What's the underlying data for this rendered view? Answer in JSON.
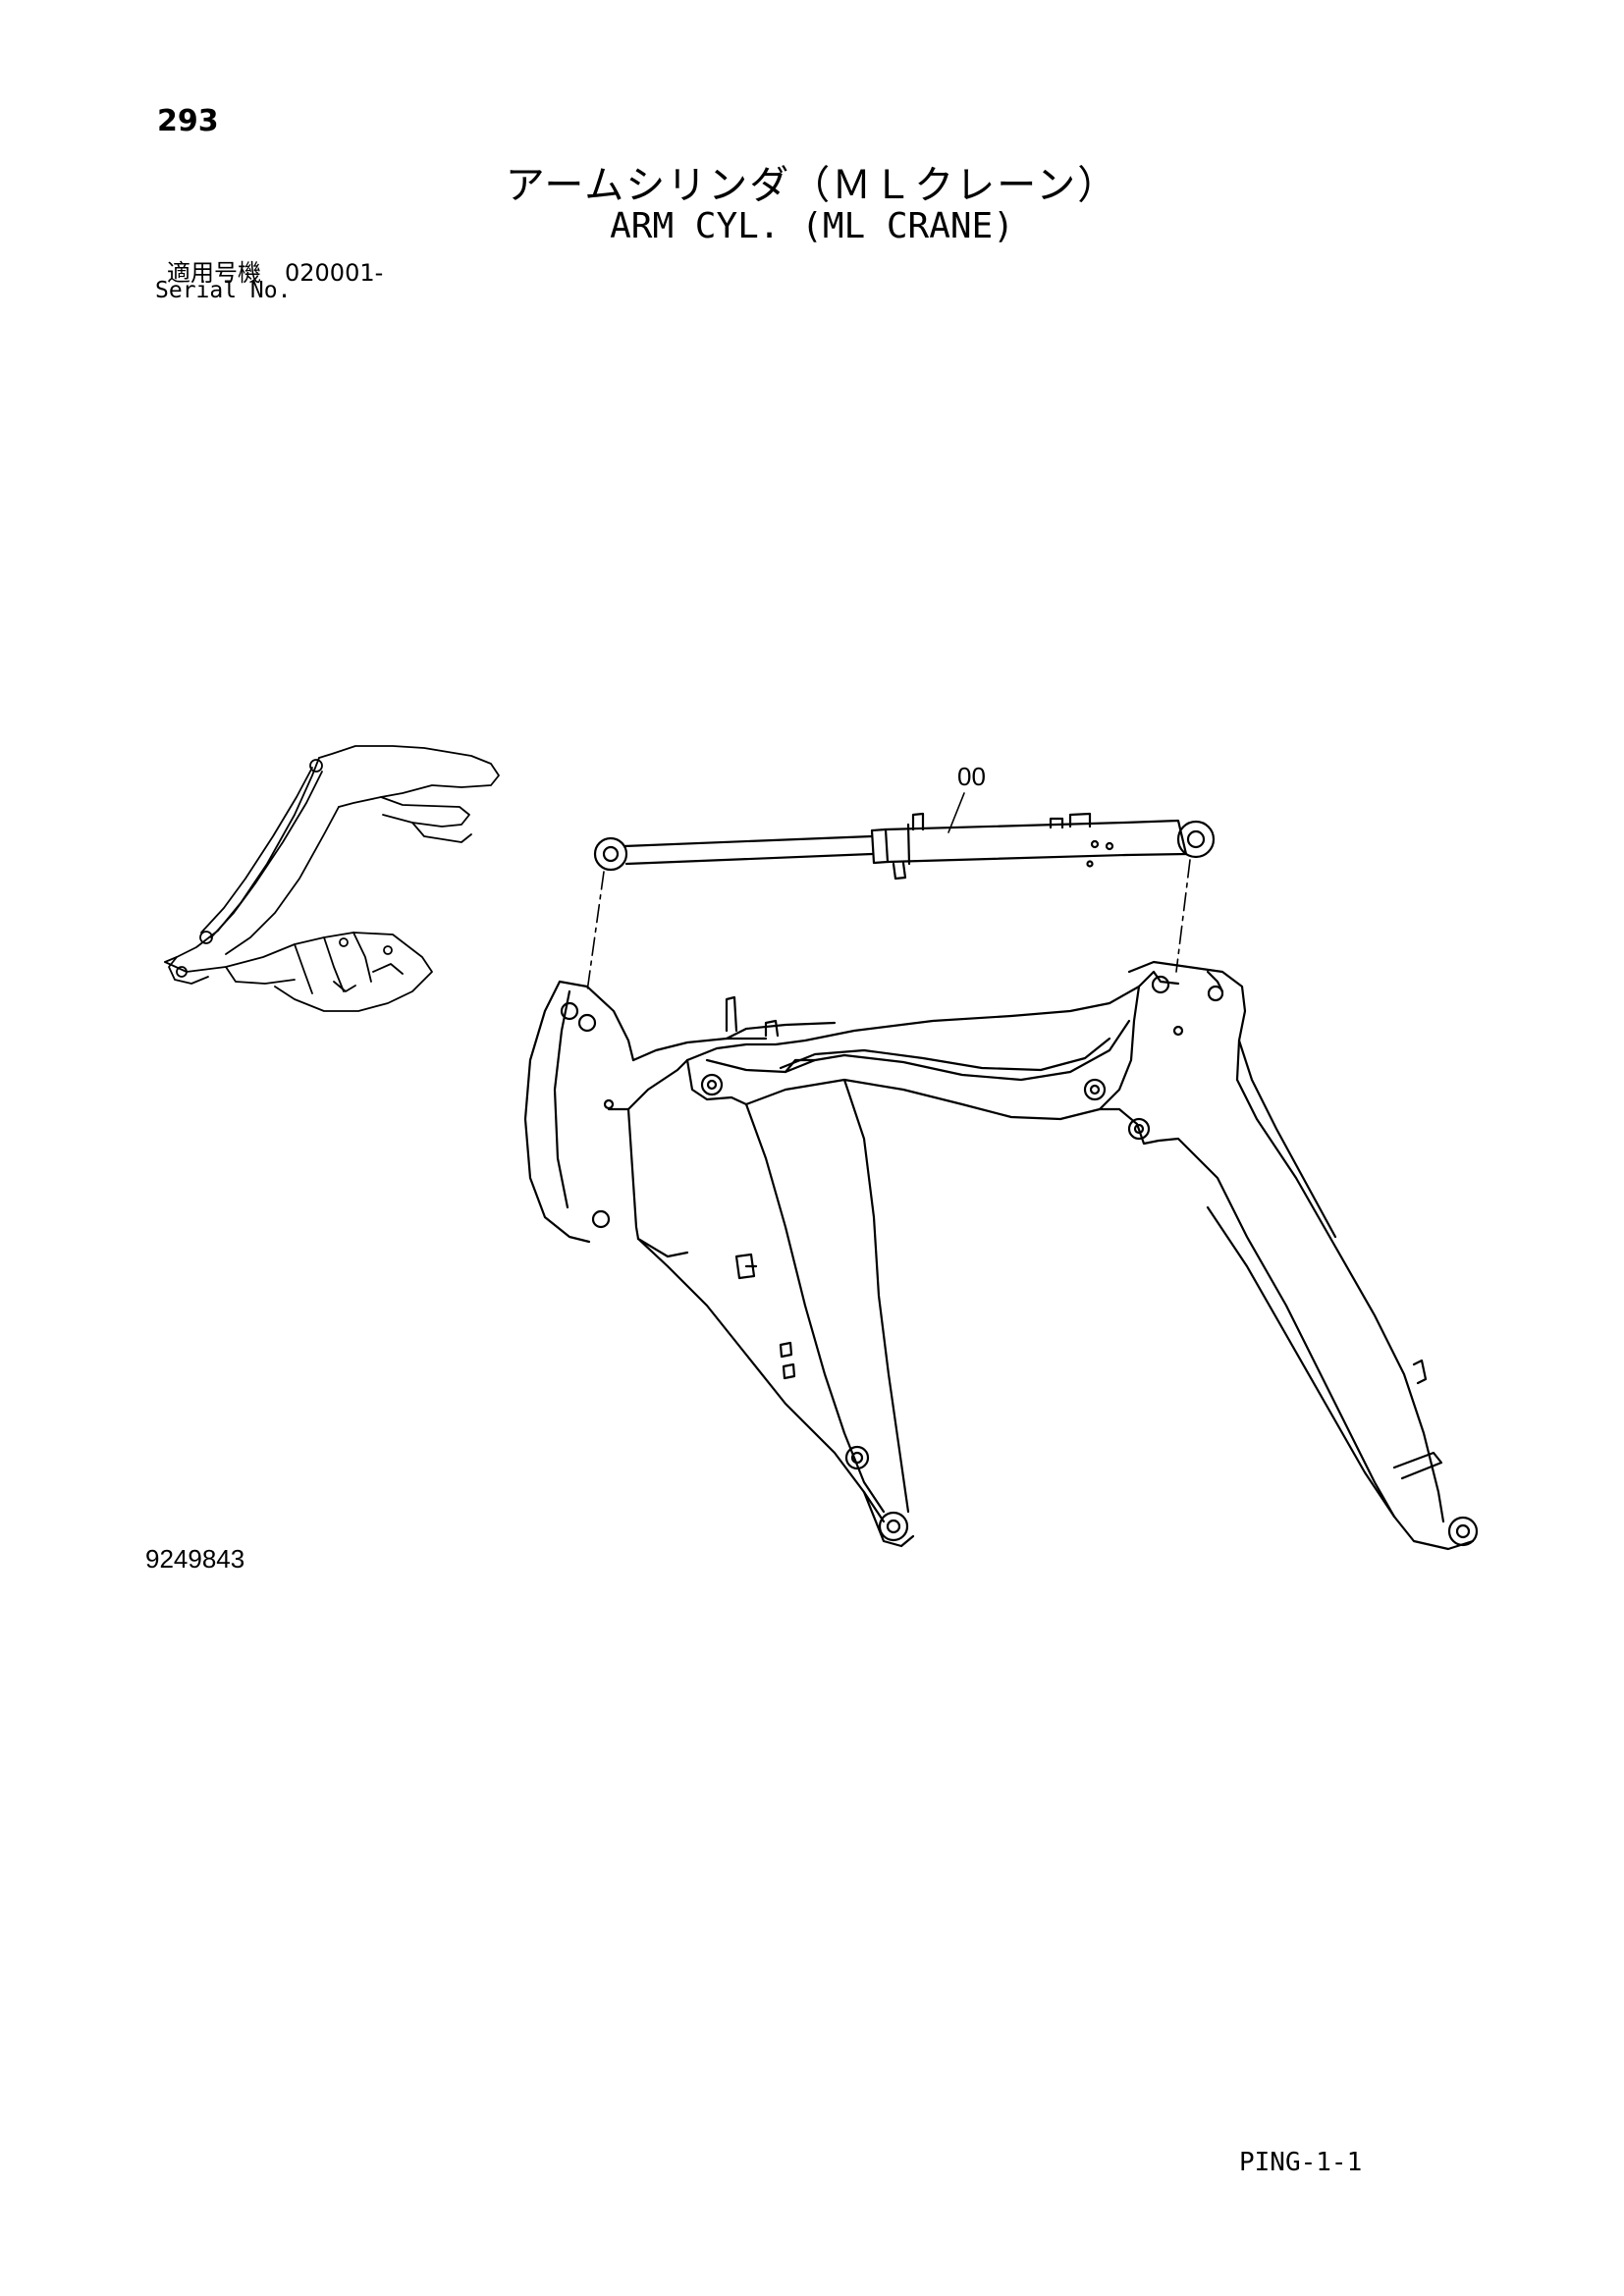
{
  "page": {
    "number": "293",
    "title_jp": "アームシリンダ（ＭＬクレーン）",
    "title_en": "ARM CYL. (ML CRANE)",
    "serial_jp": "適用号機　020001-",
    "serial_en": "Serial No.",
    "drawing_number": "9249843",
    "page_code": "PING-1-1"
  },
  "callouts": [
    {
      "label": "00",
      "part": "arm-cylinder"
    }
  ]
}
